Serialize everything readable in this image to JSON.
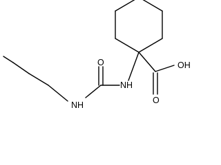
{
  "molecule": {
    "atom_labels": {
      "carbonyl_oxygen": "O",
      "amide_nh": "NH",
      "amine_nh": "NH",
      "hydroxyl": "OH",
      "acid_oxygen": "O"
    }
  },
  "colors": {
    "bond": "#000000",
    "background": "#ffffff"
  }
}
